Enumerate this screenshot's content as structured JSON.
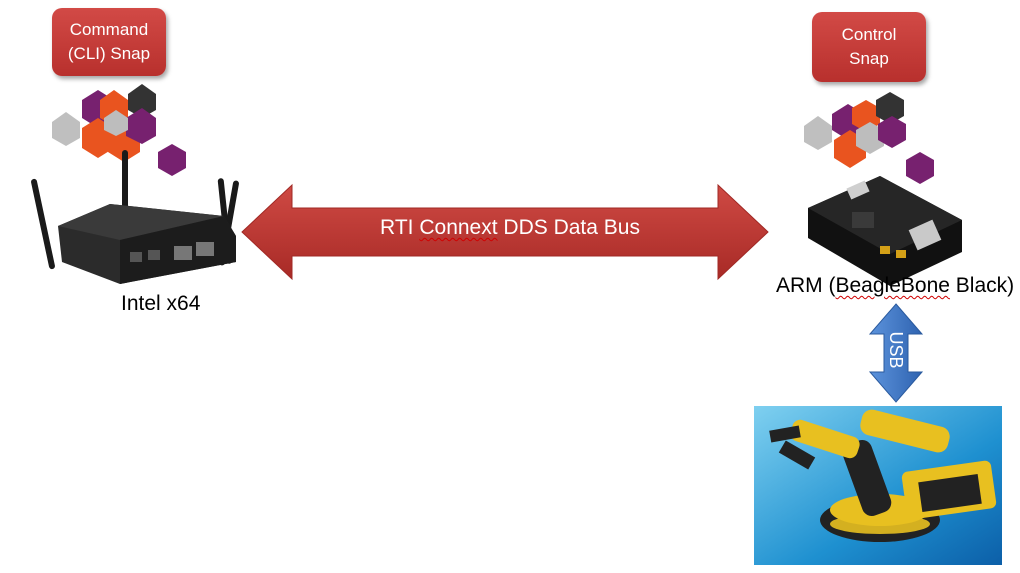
{
  "command_snap": {
    "line1": "Command",
    "line2": "(CLI) Snap"
  },
  "control_snap": {
    "line1": "Control",
    "line2": "Snap"
  },
  "intel_label": "Intel x64",
  "bus_label": {
    "part1": "RTI ",
    "part2": "Connext",
    "part3": " DDS Data Bus"
  },
  "arm_label": {
    "part1": "ARM (",
    "part2": "BeagleBone",
    "part3": " Black)"
  },
  "usb_label": "USB",
  "colors": {
    "snap_box": "#c0392b",
    "bus_arrow": "#c0392b",
    "usb_arrow": "#3f78c6",
    "cube_orange": "#e9541f",
    "cube_purple": "#77216f",
    "cube_dark": "#333333",
    "cube_grey": "#bdbdbd"
  }
}
